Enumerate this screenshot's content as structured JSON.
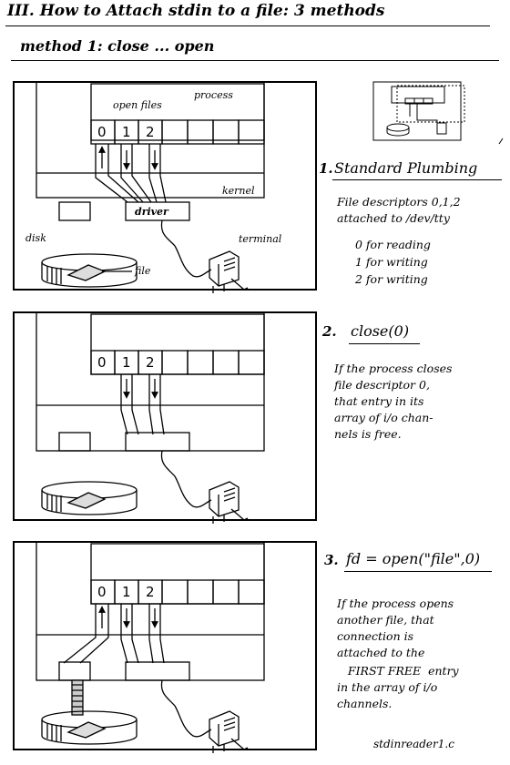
{
  "title": "III. How to Attach stdin to a file:  3 methods",
  "method": "method 1:  close ... open",
  "panel1": {
    "open_files": "open files",
    "process": "process",
    "kernel": "kernel",
    "driver": "driver",
    "disk": "disk",
    "terminal": "terminal",
    "file": "file",
    "fds": [
      "0",
      "1",
      "2"
    ]
  },
  "panel2": {
    "fds": [
      "0",
      "1",
      "2"
    ]
  },
  "panel3": {
    "fds": [
      "0",
      "1",
      "2"
    ]
  },
  "steps": [
    {
      "number": "1.",
      "title": "Standard Plumbing",
      "lines": [
        "File descriptors 0,1,2",
        "attached to /dev/tty"
      ],
      "sublines": [
        "0 for reading",
        "1 for writing",
        "2 for writing"
      ]
    },
    {
      "number": "2.",
      "title": "close(0)",
      "lines": [
        "If the process closes",
        "file descriptor 0,",
        "that entry in its",
        "array of i/o chan-",
        "nels is free."
      ]
    },
    {
      "number": "3.",
      "title": "fd = open(\"file\",0)",
      "lines": [
        "If the process opens",
        "another file, that",
        "connection is",
        "attached to the",
        "   FIRST FREE  entry",
        "in the array of i/o",
        "channels."
      ]
    }
  ],
  "footer": "stdinreader1.c"
}
